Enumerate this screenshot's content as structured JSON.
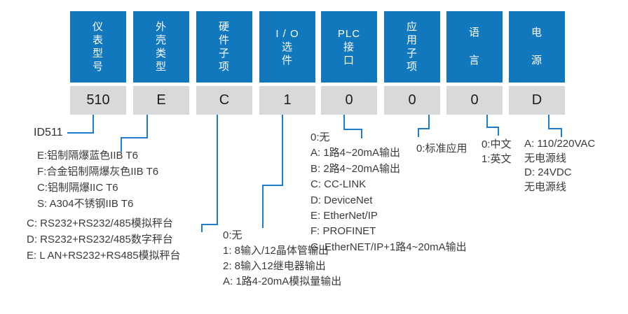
{
  "palette": {
    "box-blue": "#1278bd",
    "line-blue": "#1e7ccc",
    "box-gray": "#d9d9d9"
  },
  "model_label": "ID511",
  "columns": [
    {
      "name": "instrument-model",
      "label_lines": [
        "仪",
        "表",
        "型",
        "号"
      ],
      "code": "510",
      "options": []
    },
    {
      "name": "housing-type",
      "label_lines": [
        "外",
        "壳",
        "类",
        "型"
      ],
      "code": "E",
      "options": [
        "E:铝制隔爆蓝色IIB T6",
        "F:合金铝制隔爆灰色IIB T6",
        "C:铝制隔爆IIC T6",
        "S: A304不锈钢IIB T6"
      ]
    },
    {
      "name": "hardware-subitem",
      "label_lines": [
        "硬",
        "件",
        "子",
        "项"
      ],
      "code": "C",
      "options": [
        "C: RS232+RS232/485模拟秤台",
        "D: RS232+RS232/485数字秤台",
        "E: L AN+RS232+RS485模拟秤台"
      ]
    },
    {
      "name": "io-option",
      "label_lines": [
        "I / O",
        "选",
        "件"
      ],
      "code": "1",
      "options": [
        "0:无",
        "1: 8输入/12晶体管输出",
        "2: 8输入12继电器输出",
        "A: 1路4-20mA模拟量输出"
      ]
    },
    {
      "name": "plc-interface",
      "label_lines": [
        "PLC",
        "接",
        "口"
      ],
      "code": "0",
      "options": [
        "0:无",
        "A: 1路4~20mA输出",
        "B: 2路4~20mA输出",
        "C: CC-LINK",
        "D: DeviceNet",
        "E: EtherNet/IP",
        "F: PROFINET",
        "G: EtherNET/IP+1路4~20mA输出"
      ]
    },
    {
      "name": "application-subitem",
      "label_lines": [
        "应",
        "用",
        "子",
        "项"
      ],
      "code": "0",
      "options": [
        "0:标准应用"
      ]
    },
    {
      "name": "language",
      "label_lines": [
        "语",
        "言"
      ],
      "code": "0",
      "options": [
        "0:中文",
        "1:英文"
      ]
    },
    {
      "name": "power-supply",
      "label_lines": [
        "电",
        "源"
      ],
      "code": "D",
      "options": [
        "A: 110/220VAC",
        "无电源线",
        "D: 24VDC",
        "无电源线"
      ]
    }
  ]
}
